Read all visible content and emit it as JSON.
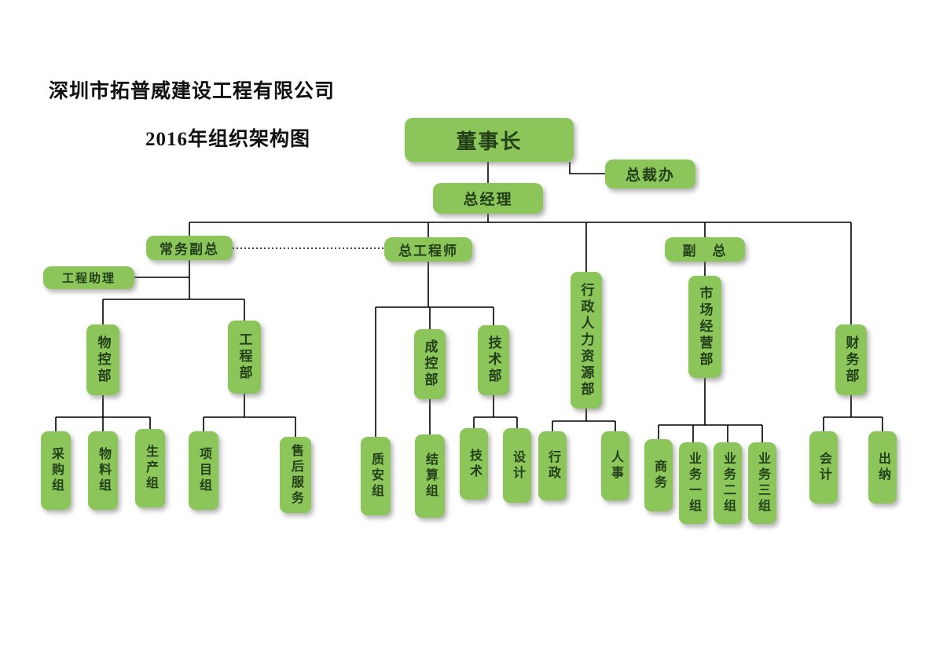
{
  "titles": {
    "company": "深圳市拓普威建设工程有限公司",
    "chart": "2016年组织架构图"
  },
  "colors": {
    "node_fill": "#8cc65a",
    "node_text": "#233f1a",
    "line": "#000000",
    "background": "#ffffff"
  },
  "nodes": {
    "chairman": "董事长",
    "president_office": "总裁办",
    "general_manager": "总经理",
    "executive_deputy_gm": "常务副总",
    "chief_engineer": "总工程师",
    "deputy_gm": "副　总",
    "engineering_assistant": "工程助理",
    "material_control_dept": "物控部",
    "engineering_dept": "工程部",
    "cost_control_dept": "成控部",
    "technology_dept": "技术部",
    "admin_hr_dept": "行政人力资源部",
    "marketing_dept": "市场经营部",
    "finance_dept": "财务部",
    "procurement_group": "采购组",
    "material_group": "物料组",
    "production_group": "生产组",
    "project_group": "项目组",
    "after_sales_service": "售后服务",
    "quality_safety_group": "质安组",
    "settlement_group": "结算组",
    "technology_group": "技术",
    "design_group": "设计",
    "administration_group": "行政",
    "hr_group": "人事",
    "business_group": "商务",
    "business_team_1": "业务一组",
    "business_team_2": "业务二组",
    "business_team_3": "业务三组",
    "accounting_group": "会计",
    "cashier_group": "出纳"
  }
}
